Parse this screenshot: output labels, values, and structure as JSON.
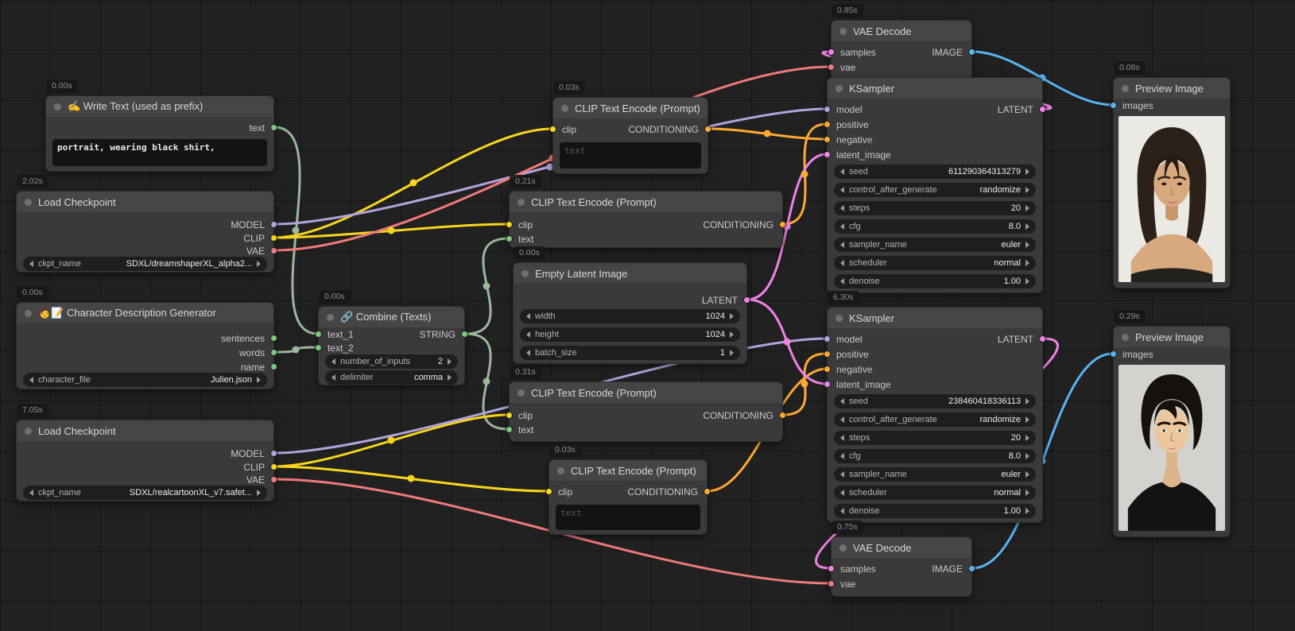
{
  "nodes": {
    "write_text": {
      "timer": "0.00s",
      "title": "✍️ Write Text (used as prefix)",
      "outputs": [
        {
          "label": "text"
        }
      ],
      "text_value": "portrait, wearing black shirt,"
    },
    "load_checkpoint_1": {
      "timer": "2.02s",
      "title": "Load Checkpoint",
      "outputs": [
        {
          "label": "MODEL"
        },
        {
          "label": "CLIP"
        },
        {
          "label": "VAE"
        }
      ],
      "widgets": [
        {
          "label": "ckpt_name",
          "value": "SDXL/dreamshaperXL_alpha2..."
        }
      ]
    },
    "character_generator": {
      "timer": "0.00s",
      "title": "🧑📝 Character Description Generator",
      "outputs": [
        {
          "label": "sentences"
        },
        {
          "label": "words"
        },
        {
          "label": "name"
        }
      ],
      "widgets": [
        {
          "label": "character_file",
          "value": "Julien.json"
        }
      ]
    },
    "load_checkpoint_2": {
      "timer": "7.05s",
      "title": "Load Checkpoint",
      "outputs": [
        {
          "label": "MODEL"
        },
        {
          "label": "CLIP"
        },
        {
          "label": "VAE"
        }
      ],
      "widgets": [
        {
          "label": "ckpt_name",
          "value": "SDXL/realcartoonXL_v7.safet..."
        }
      ]
    },
    "combine_texts": {
      "timer": "0.00s",
      "title": "🔗 Combine (Texts)",
      "inputs": [
        {
          "label": "text_1"
        },
        {
          "label": "text_2"
        }
      ],
      "outputs": [
        {
          "label": "STRING"
        }
      ],
      "widgets": [
        {
          "label": "number_of_inputs",
          "value": "2"
        },
        {
          "label": "delimiter",
          "value": "comma"
        }
      ]
    },
    "clip_encode_top": {
      "timer": "0.03s",
      "title": "CLIP Text Encode (Prompt)",
      "inputs": [
        {
          "label": "clip"
        }
      ],
      "outputs": [
        {
          "label": "CONDITIONING"
        }
      ],
      "placeholder": "text"
    },
    "clip_encode_pos1": {
      "timer": "0.21s",
      "title": "CLIP Text Encode (Prompt)",
      "inputs": [
        {
          "label": "clip"
        },
        {
          "label": "text"
        }
      ],
      "outputs": [
        {
          "label": "CONDITIONING"
        }
      ]
    },
    "empty_latent": {
      "timer": "0.00s",
      "title": "Empty Latent Image",
      "outputs": [
        {
          "label": "LATENT"
        }
      ],
      "widgets": [
        {
          "label": "width",
          "value": "1024"
        },
        {
          "label": "height",
          "value": "1024"
        },
        {
          "label": "batch_size",
          "value": "1"
        }
      ]
    },
    "clip_encode_pos2": {
      "timer": "0.31s",
      "title": "CLIP Text Encode (Prompt)",
      "inputs": [
        {
          "label": "clip"
        },
        {
          "label": "text"
        }
      ],
      "outputs": [
        {
          "label": "CONDITIONING"
        }
      ]
    },
    "clip_encode_bottom": {
      "timer": "0.03s",
      "title": "CLIP Text Encode (Prompt)",
      "inputs": [
        {
          "label": "clip"
        }
      ],
      "outputs": [
        {
          "label": "CONDITIONING"
        }
      ],
      "placeholder": "text"
    },
    "vae_decode_1": {
      "timer": "0.85s",
      "title": "VAE Decode",
      "inputs": [
        {
          "label": "samples"
        },
        {
          "label": "vae"
        }
      ],
      "outputs": [
        {
          "label": "IMAGE"
        }
      ]
    },
    "ksampler_1": {
      "title": "KSampler",
      "inputs": [
        {
          "label": "model"
        },
        {
          "label": "positive"
        },
        {
          "label": "negative"
        },
        {
          "label": "latent_image"
        }
      ],
      "outputs": [
        {
          "label": "LATENT"
        }
      ],
      "widgets": [
        {
          "label": "seed",
          "value": "611290364313279"
        },
        {
          "label": "control_after_generate",
          "value": "randomize"
        },
        {
          "label": "steps",
          "value": "20"
        },
        {
          "label": "cfg",
          "value": "8.0"
        },
        {
          "label": "sampler_name",
          "value": "euler"
        },
        {
          "label": "scheduler",
          "value": "normal"
        },
        {
          "label": "denoise",
          "value": "1.00"
        }
      ]
    },
    "ksampler_2": {
      "timer": "6.30s",
      "title": "KSampler",
      "inputs": [
        {
          "label": "model"
        },
        {
          "label": "positive"
        },
        {
          "label": "negative"
        },
        {
          "label": "latent_image"
        }
      ],
      "outputs": [
        {
          "label": "LATENT"
        }
      ],
      "widgets": [
        {
          "label": "seed",
          "value": "238460418336113"
        },
        {
          "label": "control_after_generate",
          "value": "randomize"
        },
        {
          "label": "steps",
          "value": "20"
        },
        {
          "label": "cfg",
          "value": "8.0"
        },
        {
          "label": "sampler_name",
          "value": "euler"
        },
        {
          "label": "scheduler",
          "value": "normal"
        },
        {
          "label": "denoise",
          "value": "1.00"
        }
      ]
    },
    "vae_decode_2": {
      "timer": "0.75s",
      "title": "VAE Decode",
      "inputs": [
        {
          "label": "samples"
        },
        {
          "label": "vae"
        }
      ],
      "outputs": [
        {
          "label": "IMAGE"
        }
      ]
    },
    "preview_1": {
      "timer": "0.08s",
      "title": "Preview Image",
      "inputs": [
        {
          "label": "images"
        }
      ]
    },
    "preview_2": {
      "timer": "0.29s",
      "title": "Preview Image",
      "inputs": [
        {
          "label": "images"
        }
      ]
    }
  },
  "colors": {
    "model_link": "#b3a2dc",
    "clip_link": "#f7d51d",
    "vae_link": "#ef7a7a",
    "conditioning_link": "#ffa931",
    "latent_link": "#ef84e5",
    "image_link": "#59b4f0",
    "string_link": "#9cb79c"
  }
}
